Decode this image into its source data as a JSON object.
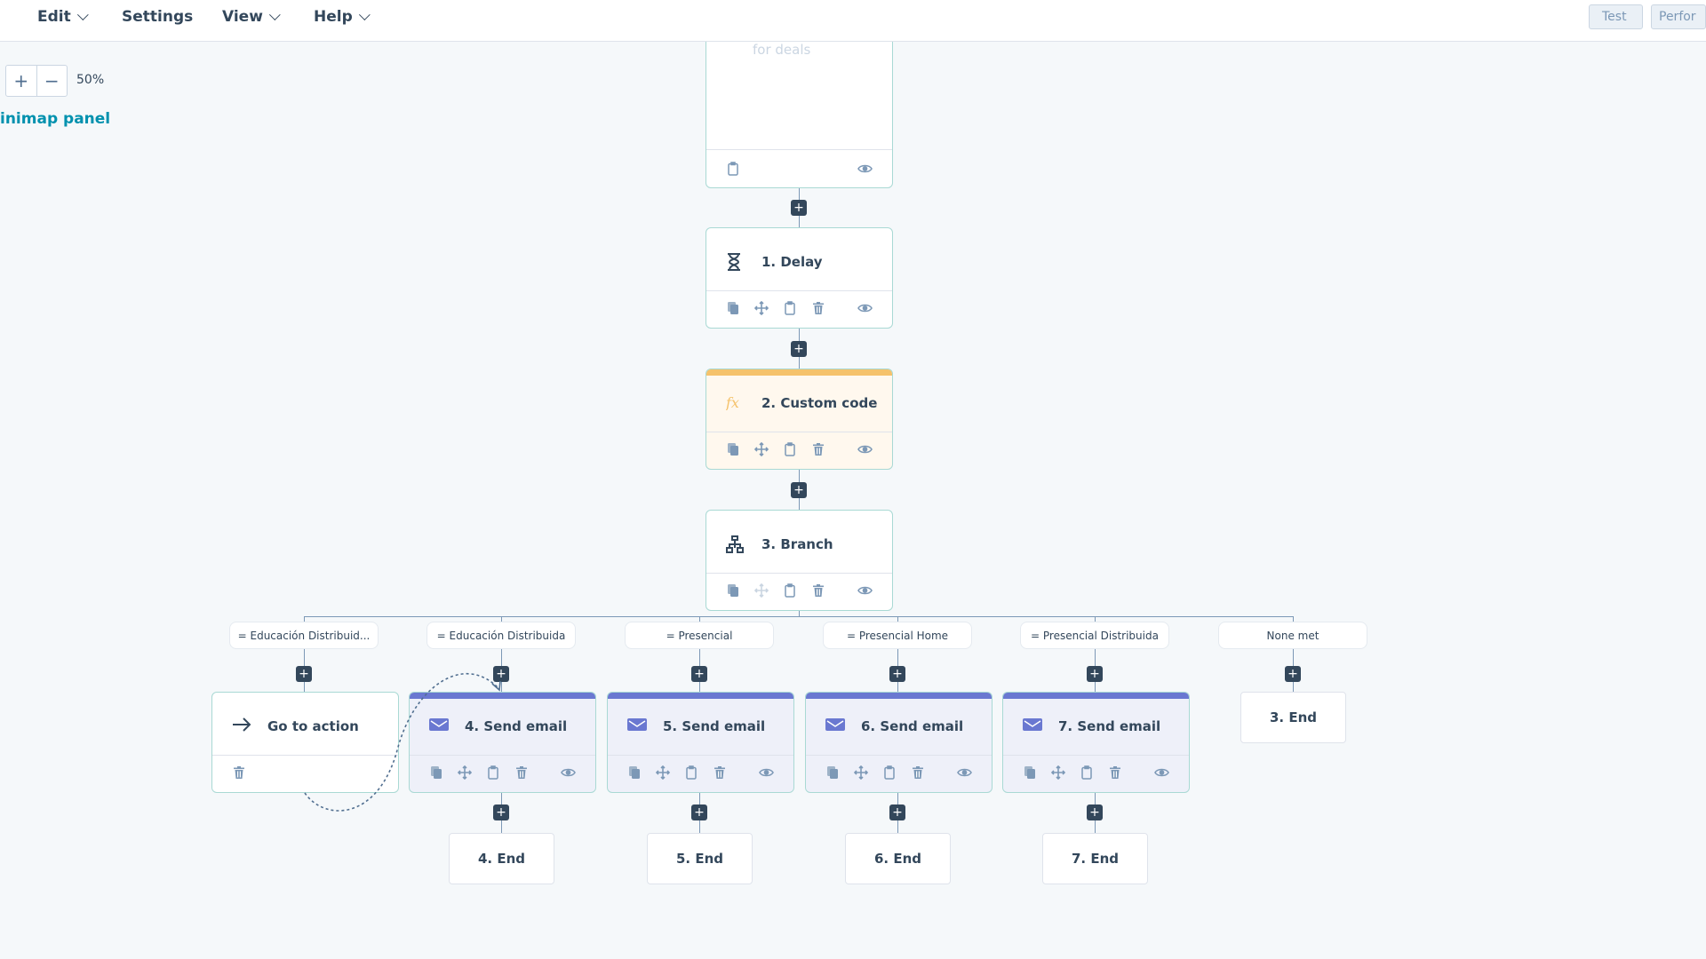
{
  "menu": {
    "items": [
      {
        "label": "Edit",
        "dropdown": true
      },
      {
        "label": "Settings",
        "dropdown": false
      },
      {
        "label": "View",
        "dropdown": true
      },
      {
        "label": "Help",
        "dropdown": true
      }
    ]
  },
  "toolbar": {
    "test_label": "Test",
    "perform_label": "Perfor"
  },
  "zoom": {
    "plus": "+",
    "minus": "−",
    "level": "50%"
  },
  "minimap_label": "inimap panel",
  "colors": {
    "canvas": "#f5f8fa",
    "plus_button": "#33475b",
    "email_accent": "#6a78d1",
    "code_accent": "#f5c26b",
    "link": "#0091ae"
  },
  "workflow": {
    "top_node": {
      "faint_text": "for deals",
      "icons": [
        "clipboard-icon",
        "eye-icon"
      ]
    },
    "steps": [
      {
        "title": "1. Delay",
        "icon": "hourglass-icon",
        "type": "delay"
      },
      {
        "title": "2. Custom code",
        "icon": "fx-icon",
        "type": "code"
      },
      {
        "title": "3. Branch",
        "icon": "branch-icon",
        "type": "branch"
      }
    ],
    "branches": [
      {
        "label": "= Educación Distribuid...",
        "action": {
          "title": "Go to action",
          "icon": "arrow-right-icon",
          "type": "goto"
        }
      },
      {
        "label": "= Educación Distribuida",
        "action": {
          "title": "4. Send email",
          "icon": "email-icon",
          "type": "email"
        },
        "end": "4. End"
      },
      {
        "label": "= Presencial",
        "action": {
          "title": "5. Send email",
          "icon": "email-icon",
          "type": "email"
        },
        "end": "5. End"
      },
      {
        "label": "= Presencial Home",
        "action": {
          "title": "6. Send email",
          "icon": "email-icon",
          "type": "email"
        },
        "end": "6. End"
      },
      {
        "label": "= Presencial Distribuida",
        "action": {
          "title": "7. Send email",
          "icon": "email-icon",
          "type": "email"
        },
        "end": "7. End"
      },
      {
        "label": "None met",
        "end_direct": "3. End"
      }
    ]
  }
}
